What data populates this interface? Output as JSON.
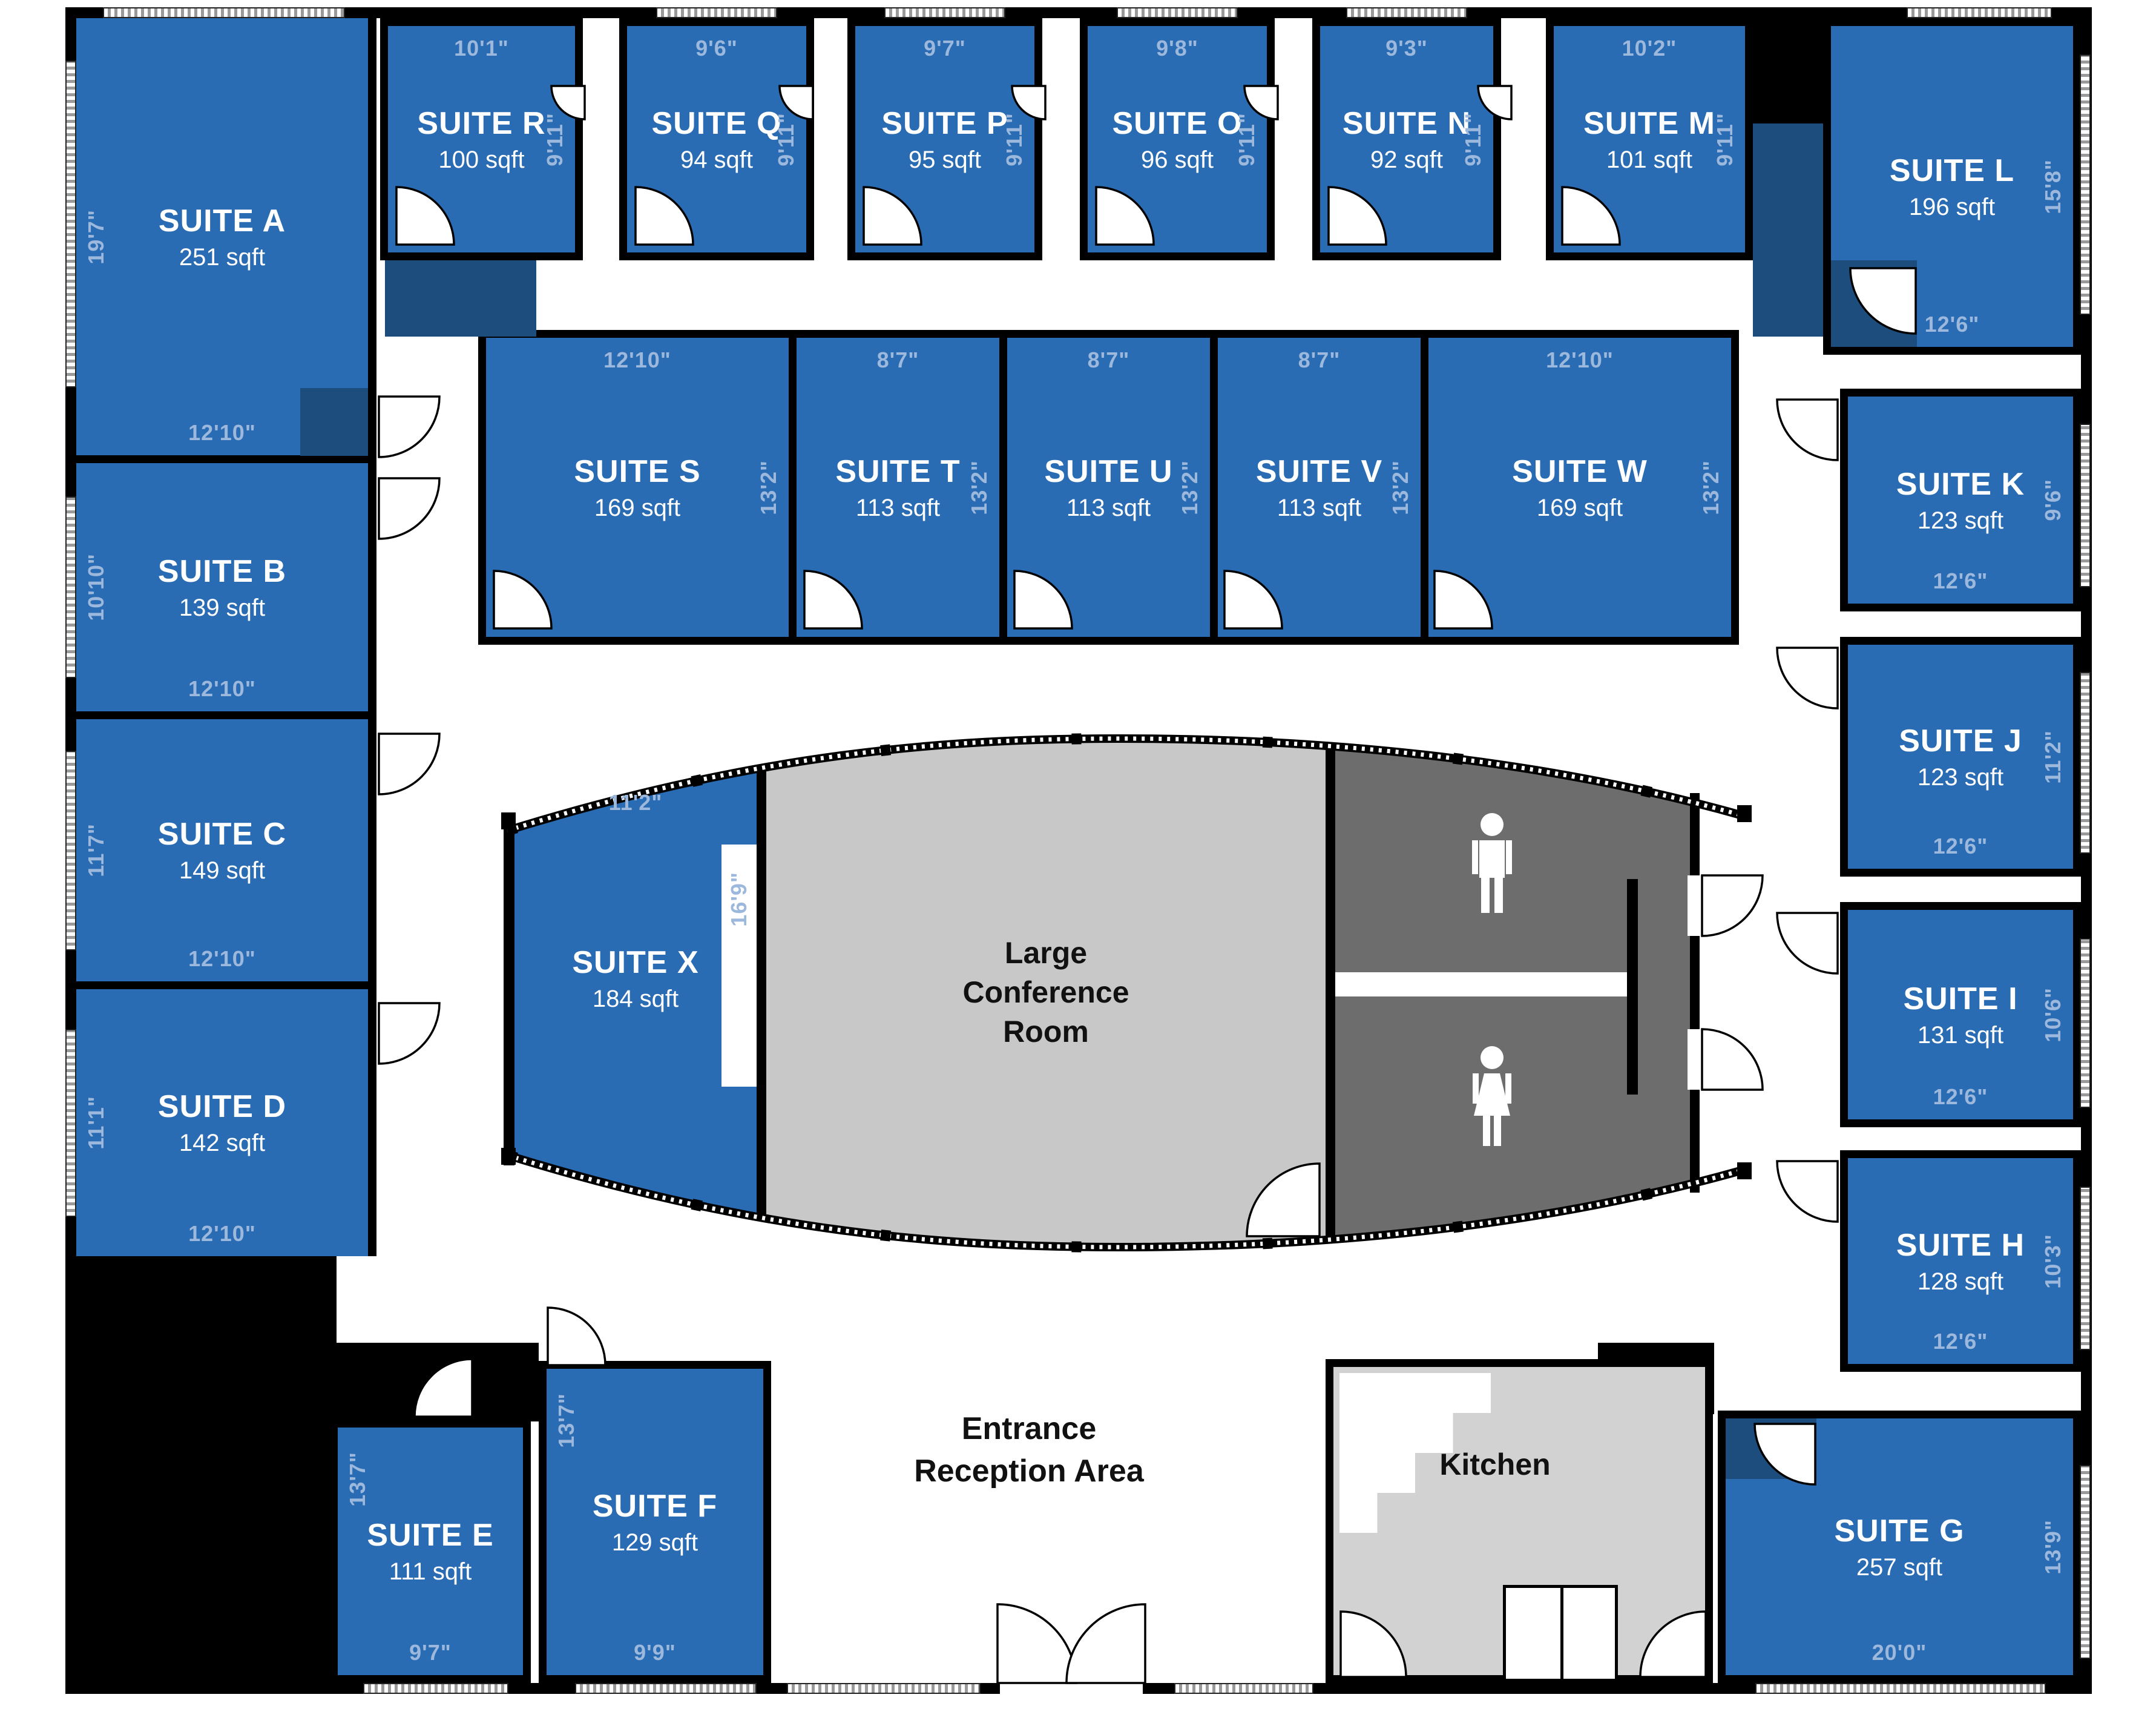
{
  "rooms": {
    "A": {
      "name": "SUITE A",
      "area": "251 sqft",
      "h": "19'7\"",
      "w": "12'10\""
    },
    "B": {
      "name": "SUITE B",
      "area": "139 sqft",
      "h": "10'10\"",
      "w": "12'10\""
    },
    "C": {
      "name": "SUITE C",
      "area": "149 sqft",
      "h": "11'7\"",
      "w": "12'10\""
    },
    "D": {
      "name": "SUITE D",
      "area": "142 sqft",
      "h": "11'1\"",
      "w": "12'10\""
    },
    "E": {
      "name": "SUITE E",
      "area": "111 sqft",
      "h": "13'7\"",
      "w": "9'7\""
    },
    "F": {
      "name": "SUITE F",
      "area": "129 sqft",
      "h": "13'7\"",
      "w": "9'9\""
    },
    "G": {
      "name": "SUITE G",
      "area": "257 sqft",
      "h": "13'9\"",
      "w": "20'0\""
    },
    "H": {
      "name": "SUITE H",
      "area": "128 sqft",
      "h": "10'3\"",
      "w": "12'6\""
    },
    "I": {
      "name": "SUITE I",
      "area": "131 sqft",
      "h": "10'6\"",
      "w": "12'6\""
    },
    "J": {
      "name": "SUITE J",
      "area": "123 sqft",
      "h": "11'2\"",
      "w": "12'6\""
    },
    "K": {
      "name": "SUITE K",
      "area": "123 sqft",
      "h": "9'6\"",
      "w": "12'6\""
    },
    "L": {
      "name": "SUITE L",
      "area": "196 sqft",
      "h": "15'8\"",
      "w": "12'6\""
    },
    "M": {
      "name": "SUITE M",
      "area": "101 sqft",
      "h": "9'11\"",
      "w": "10'2\""
    },
    "N": {
      "name": "SUITE N",
      "area": "92 sqft",
      "h": "9'11\"",
      "w": "9'3\""
    },
    "O": {
      "name": "SUITE O",
      "area": "96 sqft",
      "h": "9'11\"",
      "w": "9'8\""
    },
    "P": {
      "name": "SUITE P",
      "area": "95 sqft",
      "h": "9'11\"",
      "w": "9'7\""
    },
    "Q": {
      "name": "SUITE Q",
      "area": "94 sqft",
      "h": "9'11\"",
      "w": "9'6\""
    },
    "R": {
      "name": "SUITE R",
      "area": "100 sqft",
      "h": "9'11\"",
      "w": "10'1\""
    },
    "S": {
      "name": "SUITE S",
      "area": "169 sqft",
      "h": "13'2\"",
      "w": "12'10\""
    },
    "T": {
      "name": "SUITE T",
      "area": "113 sqft",
      "h": "13'2\"",
      "w": "8'7\""
    },
    "U": {
      "name": "SUITE U",
      "area": "113 sqft",
      "h": "13'2\"",
      "w": "8'7\""
    },
    "V": {
      "name": "SUITE V",
      "area": "113 sqft",
      "h": "13'2\"",
      "w": "8'7\""
    },
    "W": {
      "name": "SUITE W",
      "area": "169 sqft",
      "h": "13'2\"",
      "w": "12'10\""
    },
    "X": {
      "name": "SUITE X",
      "area": "184 sqft",
      "h": "16'9\"",
      "w": "11'2\""
    }
  },
  "labels": {
    "conference": {
      "l1": "Large",
      "l2": "Conference",
      "l3": "Room"
    },
    "entrance": {
      "l1": "Entrance",
      "l2": "Reception Area"
    },
    "kitchen": {
      "label": "Kitchen"
    }
  },
  "icons": {
    "mens_restroom": "male-restroom-icon",
    "womens_restroom": "female-restroom-icon"
  },
  "colors": {
    "suite": "#2a6cb3",
    "suite_dark": "#1c4d7c",
    "dimension_text": "#9cb8dc",
    "wall": "#000000",
    "conference": "#c8c8c8",
    "restroom": "#6d6d6d",
    "kitchen": "#d2d2d2",
    "background": "#ffffff"
  }
}
